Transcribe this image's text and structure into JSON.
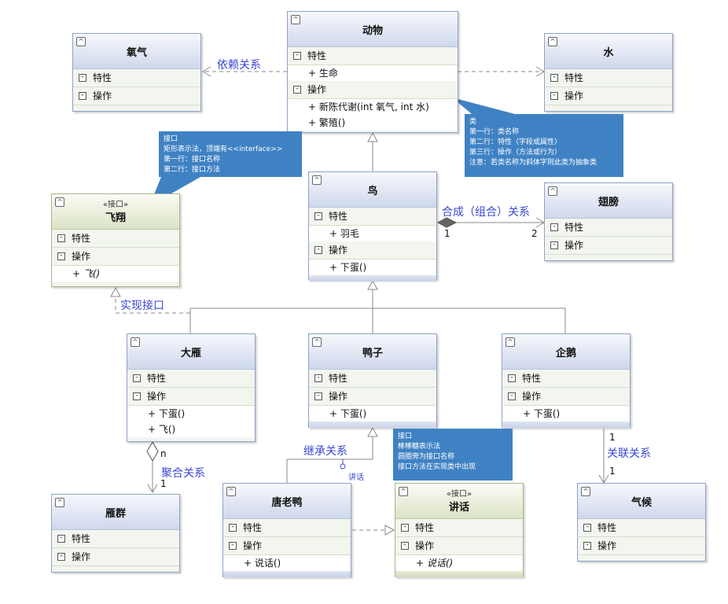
{
  "labels": {
    "depends": "依赖关系",
    "composition": "合成（组合）关系",
    "realize": "实现接口",
    "inherit": "继承关系",
    "aggregation": "聚合关系",
    "association": "关联关系",
    "lollipop": "讲话"
  },
  "multiplicity": {
    "comp_left": "1",
    "comp_right": "2",
    "agg_top": "n",
    "agg_bottom": "1",
    "assoc_top": "1",
    "assoc_bottom": "1"
  },
  "notes": {
    "iface": [
      "接口",
      "矩形表示法，顶端有<<interface>>",
      "第一行：接口名称",
      "第二行：接口方法"
    ],
    "cls": [
      "类",
      "第一行：类名称",
      "第二行：特性（字段或属性）",
      "第三行：操作（方法或行为）",
      "注意：若类名称为斜体字则此类为抽象类"
    ],
    "lolly": [
      "接口",
      "棒棒糖表示法",
      "圆圈旁为接口名称",
      "接口方法在实现类中出现"
    ]
  },
  "sections": {
    "attr": "特性",
    "ops": "操作"
  },
  "classes": {
    "animal": {
      "name": "动物",
      "attrs": [
        "+ 生命"
      ],
      "ops": [
        "+ 新陈代谢(int 氧气, int 水)",
        "+ 繁殖()"
      ]
    },
    "oxygen": {
      "name": "氧气"
    },
    "water": {
      "name": "水"
    },
    "fly": {
      "stereotype": "«接口»",
      "name": "飞翔",
      "ops": [
        "+ 飞()"
      ]
    },
    "bird": {
      "name": "鸟",
      "attrs": [
        "+ 羽毛"
      ],
      "ops": [
        "+ 下蛋()"
      ]
    },
    "wing": {
      "name": "翅膀"
    },
    "goose": {
      "name": "大雁",
      "ops": [
        "+ 下蛋()",
        "+ 飞()"
      ]
    },
    "duck": {
      "name": "鸭子",
      "ops": [
        "+ 下蛋()"
      ]
    },
    "penguin": {
      "name": "企鹅",
      "ops": [
        "+ 下蛋()"
      ]
    },
    "flock": {
      "name": "雁群"
    },
    "tangduck": {
      "name": "唐老鸭",
      "ops": [
        "+ 说话()"
      ]
    },
    "speak": {
      "stereotype": "«接口»",
      "name": "讲话",
      "ops": [
        "+ 说话()"
      ]
    },
    "climate": {
      "name": "气候"
    }
  },
  "colors": {
    "line": "#8a8a8a",
    "note": "#3f82c4",
    "label": "#3b46d4"
  }
}
